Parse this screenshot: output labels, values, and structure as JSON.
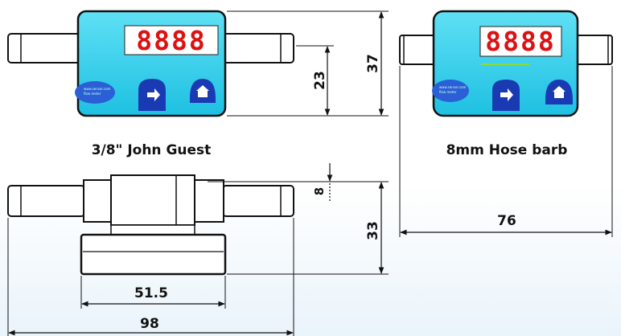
{
  "display_readout": "8888",
  "dimensions": {
    "height_total": "37",
    "height_display": "23",
    "depth": "33",
    "offset": "8",
    "width_barb": "76",
    "width_base": "51.5",
    "width_guest": "98"
  },
  "captions": {
    "john_guest": "3/8\" John Guest",
    "hose_barb": "8mm Hose barb"
  },
  "colors": {
    "body_cyan": "#2cc9e8",
    "display_red": "#d11111",
    "button_blue": "#1a3ab3",
    "outline": "#111111"
  }
}
